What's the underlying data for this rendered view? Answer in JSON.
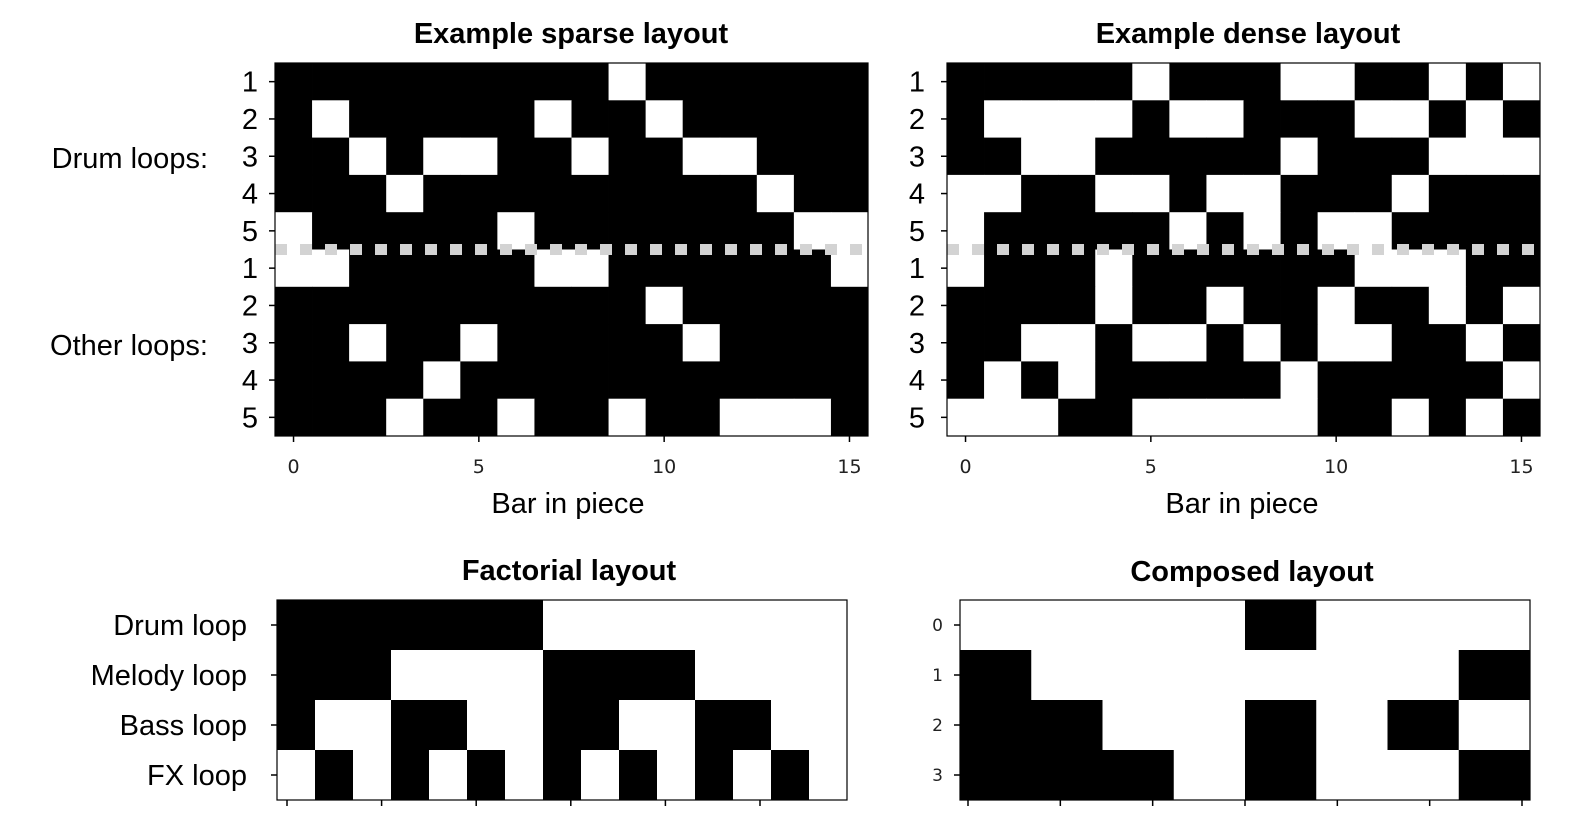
{
  "chart_data": [
    {
      "type": "heatmap",
      "title": "Example sparse layout",
      "xlabel": "Bar in piece",
      "xticks": [
        "0",
        "5",
        "10",
        "15"
      ],
      "ytick_labels": [
        "1",
        "2",
        "3",
        "4",
        "5",
        "1",
        "2",
        "3",
        "4",
        "5"
      ],
      "group_labels": [
        "Drum loops:",
        "Other loops:"
      ],
      "separator": {
        "after_row": 5,
        "style": "dotted",
        "color": "#d3d3d3"
      },
      "cell_colors": {
        "1": "#ffffff",
        "0": "#000000"
      },
      "values": [
        [
          0,
          0,
          0,
          0,
          0,
          0,
          0,
          0,
          0,
          1,
          0,
          0,
          0,
          0,
          0,
          0
        ],
        [
          0,
          1,
          0,
          0,
          0,
          0,
          0,
          1,
          0,
          0,
          1,
          0,
          0,
          0,
          0,
          0
        ],
        [
          0,
          0,
          1,
          0,
          1,
          1,
          0,
          0,
          1,
          0,
          0,
          1,
          1,
          0,
          0,
          0
        ],
        [
          0,
          0,
          0,
          1,
          0,
          0,
          0,
          0,
          0,
          0,
          0,
          0,
          0,
          1,
          0,
          0
        ],
        [
          1,
          0,
          0,
          0,
          0,
          0,
          1,
          0,
          0,
          0,
          0,
          0,
          0,
          0,
          1,
          1
        ],
        [
          1,
          1,
          0,
          0,
          0,
          0,
          0,
          1,
          1,
          0,
          0,
          0,
          0,
          0,
          0,
          1
        ],
        [
          0,
          0,
          0,
          0,
          0,
          0,
          0,
          0,
          0,
          0,
          1,
          0,
          0,
          0,
          0,
          0
        ],
        [
          0,
          0,
          1,
          0,
          0,
          1,
          0,
          0,
          0,
          0,
          0,
          1,
          0,
          0,
          0,
          0
        ],
        [
          0,
          0,
          0,
          0,
          1,
          0,
          0,
          0,
          0,
          0,
          0,
          0,
          0,
          0,
          0,
          0
        ],
        [
          0,
          0,
          0,
          1,
          0,
          0,
          1,
          0,
          0,
          1,
          0,
          0,
          1,
          1,
          1,
          0
        ]
      ]
    },
    {
      "type": "heatmap",
      "title": "Example dense layout",
      "xlabel": "Bar in piece",
      "xticks": [
        "0",
        "5",
        "10",
        "15"
      ],
      "ytick_labels": [
        "1",
        "2",
        "3",
        "4",
        "5",
        "1",
        "2",
        "3",
        "4",
        "5"
      ],
      "separator": {
        "after_row": 5,
        "style": "dotted",
        "color": "#d3d3d3"
      },
      "cell_colors": {
        "1": "#ffffff",
        "0": "#000000"
      },
      "values": [
        [
          0,
          0,
          0,
          0,
          0,
          1,
          0,
          0,
          0,
          1,
          1,
          0,
          0,
          1,
          0,
          1
        ],
        [
          0,
          1,
          1,
          1,
          1,
          0,
          1,
          1,
          0,
          0,
          0,
          1,
          1,
          0,
          1,
          0
        ],
        [
          0,
          0,
          1,
          1,
          0,
          0,
          0,
          0,
          0,
          1,
          0,
          0,
          0,
          1,
          1,
          1
        ],
        [
          1,
          1,
          0,
          0,
          1,
          1,
          0,
          1,
          1,
          0,
          0,
          0,
          1,
          0,
          0,
          0
        ],
        [
          1,
          0,
          0,
          0,
          0,
          0,
          1,
          0,
          1,
          0,
          1,
          1,
          0,
          0,
          0,
          0
        ],
        [
          1,
          0,
          0,
          0,
          1,
          0,
          0,
          0,
          0,
          0,
          0,
          1,
          1,
          1,
          0,
          0
        ],
        [
          0,
          0,
          0,
          0,
          1,
          0,
          0,
          1,
          0,
          0,
          1,
          0,
          0,
          1,
          0,
          1
        ],
        [
          0,
          0,
          1,
          1,
          0,
          1,
          1,
          0,
          1,
          0,
          1,
          1,
          0,
          0,
          1,
          0
        ],
        [
          0,
          1,
          0,
          1,
          0,
          0,
          0,
          0,
          0,
          1,
          0,
          0,
          0,
          0,
          0,
          1
        ],
        [
          1,
          1,
          1,
          0,
          0,
          1,
          1,
          1,
          1,
          1,
          0,
          0,
          1,
          0,
          1,
          0
        ]
      ]
    },
    {
      "type": "heatmap",
      "title": "Factorial layout",
      "ytick_labels": [
        "Drum loop",
        "Melody loop",
        "Bass loop",
        "FX loop"
      ],
      "cell_colors": {
        "1": "#ffffff",
        "0": "#000000"
      },
      "values": [
        [
          0,
          0,
          0,
          0,
          0,
          0,
          0,
          1,
          1,
          1,
          1,
          1,
          1,
          1,
          1
        ],
        [
          0,
          0,
          0,
          1,
          1,
          1,
          1,
          0,
          0,
          0,
          0,
          1,
          1,
          1,
          1
        ],
        [
          0,
          1,
          1,
          0,
          0,
          1,
          1,
          0,
          0,
          1,
          1,
          0,
          0,
          1,
          1
        ],
        [
          1,
          0,
          1,
          0,
          1,
          0,
          1,
          0,
          1,
          0,
          1,
          0,
          1,
          0,
          1
        ]
      ]
    },
    {
      "type": "heatmap",
      "title": "Composed layout",
      "ytick_labels": [
        "0",
        "1",
        "2",
        "3"
      ],
      "cell_colors": {
        "1": "#ffffff",
        "0": "#000000"
      },
      "values": [
        [
          1,
          1,
          1,
          1,
          0,
          1,
          1,
          1
        ],
        [
          0,
          1,
          1,
          1,
          1,
          1,
          1,
          0
        ],
        [
          0,
          0,
          1,
          1,
          0,
          1,
          0,
          1
        ],
        [
          0,
          0,
          0,
          1,
          0,
          1,
          1,
          0
        ]
      ]
    }
  ]
}
